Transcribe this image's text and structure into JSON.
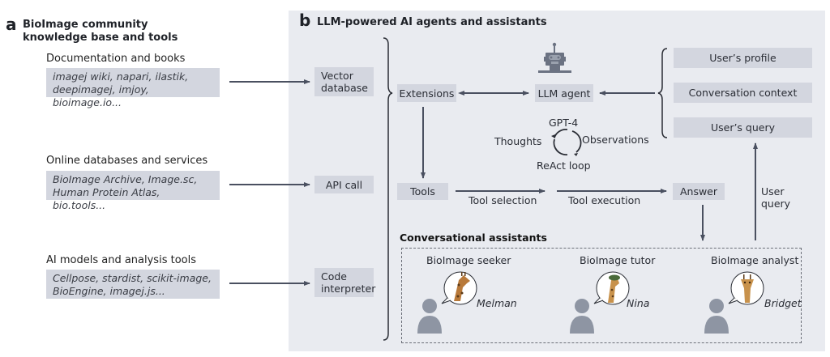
{
  "panel_a": {
    "letter": "a",
    "title_line1": "BioImage community",
    "title_line2": "knowledge base and tools",
    "sources": [
      {
        "label": "Documentation and books",
        "line1": "imagej wiki, napari, ilastik,",
        "line2": "deepimagej, imjoy, bioimage.io..."
      },
      {
        "label": "Online databases and services",
        "line1": "BioImage Archive, Image.sc,",
        "line2": "Human Protein Atlas, bio.tools..."
      },
      {
        "label": "AI models and analysis tools",
        "line1": "Cellpose, stardist, scikit-image,",
        "line2": "BioEngine, imagej.js..."
      }
    ]
  },
  "panel_b": {
    "letter": "b",
    "title": "LLM-powered AI agents and assistants",
    "interfaces": [
      {
        "line1": "Vector",
        "line2": "database"
      },
      {
        "line1": "API call",
        "line2": ""
      },
      {
        "line1": "Code",
        "line2": "interpreter"
      }
    ],
    "extensions": "Extensions",
    "llm_agent": "LLM agent",
    "model": "GPT-4",
    "loop": {
      "thoughts": "Thoughts",
      "observations": "Observations",
      "name": "ReAct loop"
    },
    "context_items": [
      "User’s profile",
      "Conversation context",
      "User’s query"
    ],
    "tools": "Tools",
    "tool_selection": "Tool selection",
    "tool_execution": "Tool execution",
    "answer": "Answer",
    "user_query_line1": "User",
    "user_query_line2": "query",
    "assistants_title": "Conversational assistants",
    "assistants": [
      {
        "role": "BioImage seeker",
        "name": "Melman"
      },
      {
        "role": "BioImage tutor",
        "name": "Nina"
      },
      {
        "role": "BioImage analyst",
        "name": "Bridget"
      }
    ]
  },
  "colors": {
    "panel_bg": "#e9ebf0",
    "box_fill": "#d3d6df",
    "arrow": "#4a5060",
    "person": "#8e95a3"
  }
}
